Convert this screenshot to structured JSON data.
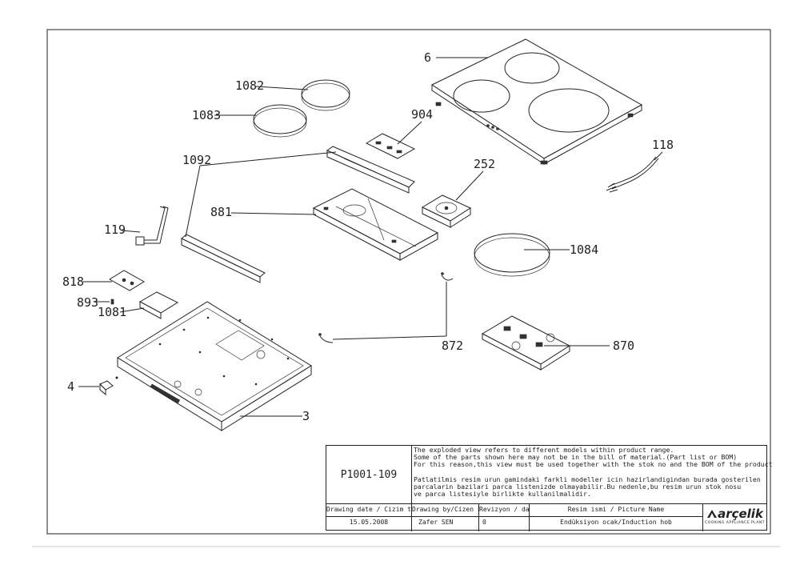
{
  "drawing": {
    "part_labels": {
      "p6": "6",
      "p1082": "1082",
      "p1083": "1083",
      "p904": "904",
      "p1092": "1092",
      "p252": "252",
      "p118": "118",
      "p881": "881",
      "p119": "119",
      "p1084": "1084",
      "p818": "818",
      "p893": "893",
      "p1081": "1081",
      "p872": "872",
      "p870": "870",
      "p4": "4",
      "p3": "3"
    }
  },
  "title_block": {
    "drawing_code": "P1001-109",
    "note_en": [
      "The exploded view refers to different models within product range.",
      "Some of the parts shown here may not be in the bill of material.(Part list or BOM)",
      "For this reason,this view must be used together with the stok no and the BOM of the product"
    ],
    "note_tr": [
      " Patlatilmis resim urun gamindaki farkli modeller icin hazirlandigindan burada gosterilen",
      " parcalarin bazilari parca listenizde olmayabilir.Bu nedenle,bu resim urun stok nosu",
      " ve parca listesiyle birlikte kullanilmalidir."
    ],
    "headers": {
      "date": "Drawing date / Cizim tarihi",
      "drawn_by": "Drawing by/Cizen kisi",
      "revision": "Revizyon / date",
      "picture_name": "Resim ismi / Picture Name"
    },
    "values": {
      "date": "15.05.2008",
      "drawn_by": "Zafer SEN",
      "revision": "0",
      "picture_name": "Endüksiyon ocak/Induction hob"
    },
    "logo": {
      "brand": "arçelik",
      "subtitle": "COOKING APPLIANCE PLANT"
    }
  }
}
